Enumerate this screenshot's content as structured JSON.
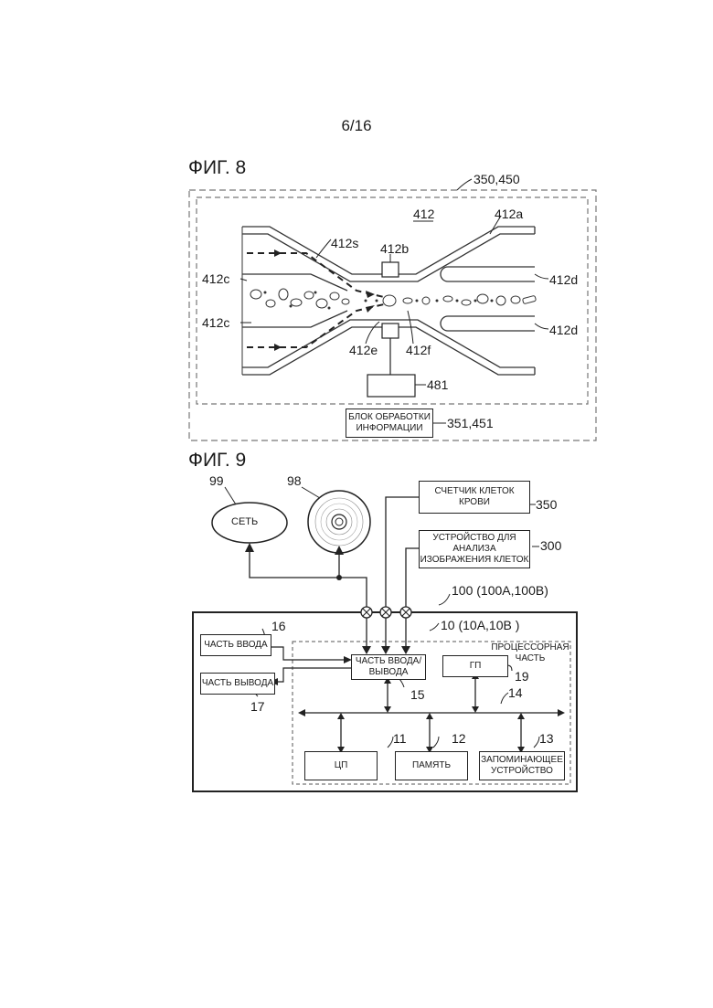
{
  "page_number": "6/16",
  "fig8": {
    "title": "ФИГ. 8",
    "outer_ref": "350,450",
    "labels": {
      "channel": "412",
      "top_right": "412a",
      "sheath": "412s",
      "sensor_top": "412b",
      "inlet_upper": "412c",
      "inlet_lower": "412c",
      "outlet_upper": "412d",
      "outlet_lower": "412d",
      "sensor_bottom": "412e",
      "flow": "412f",
      "detector": "481",
      "unit_ref": "351,451"
    },
    "info_block_label": "БЛОК ОБРАБОТКИ ИНФОРМАЦИИ"
  },
  "fig9": {
    "title": "ФИГ. 9",
    "network_ref": "99",
    "network_label": "СЕТЬ",
    "disk_ref": "98",
    "counter_label": "СЧЕТЧИК КЛЕТОК КРОВИ",
    "counter_ref": "350",
    "analyzer_label": "УСТРОЙСТВО ДЛЯ АНАЛИЗА ИЗОБРАЖЕНИЯ КЛЕТОК",
    "analyzer_ref": "300",
    "device_ref": "100 (100A,100B)",
    "processor_ref": "10 (10A,10B )",
    "processor_label": "ПРОЦЕССОРНАЯ ЧАСТЬ",
    "input_label": "ЧАСТЬ ВВОДА",
    "input_ref": "16",
    "output_label": "ЧАСТЬ ВЫВОДА",
    "output_ref": "17",
    "io_label": "ЧАСТЬ ВВОДА/ ВЫВОДА",
    "io_ref": "15",
    "gpu_label": "ГП",
    "gpu_ref": "19",
    "bus_ref": "14",
    "cpu_label": "ЦП",
    "cpu_ref": "11",
    "memory_label": "ПАМЯТЬ",
    "memory_ref": "12",
    "storage_label": "ЗАПОМИНАЮЩЕЕ УСТРОЙСТВО",
    "storage_ref": "13"
  }
}
